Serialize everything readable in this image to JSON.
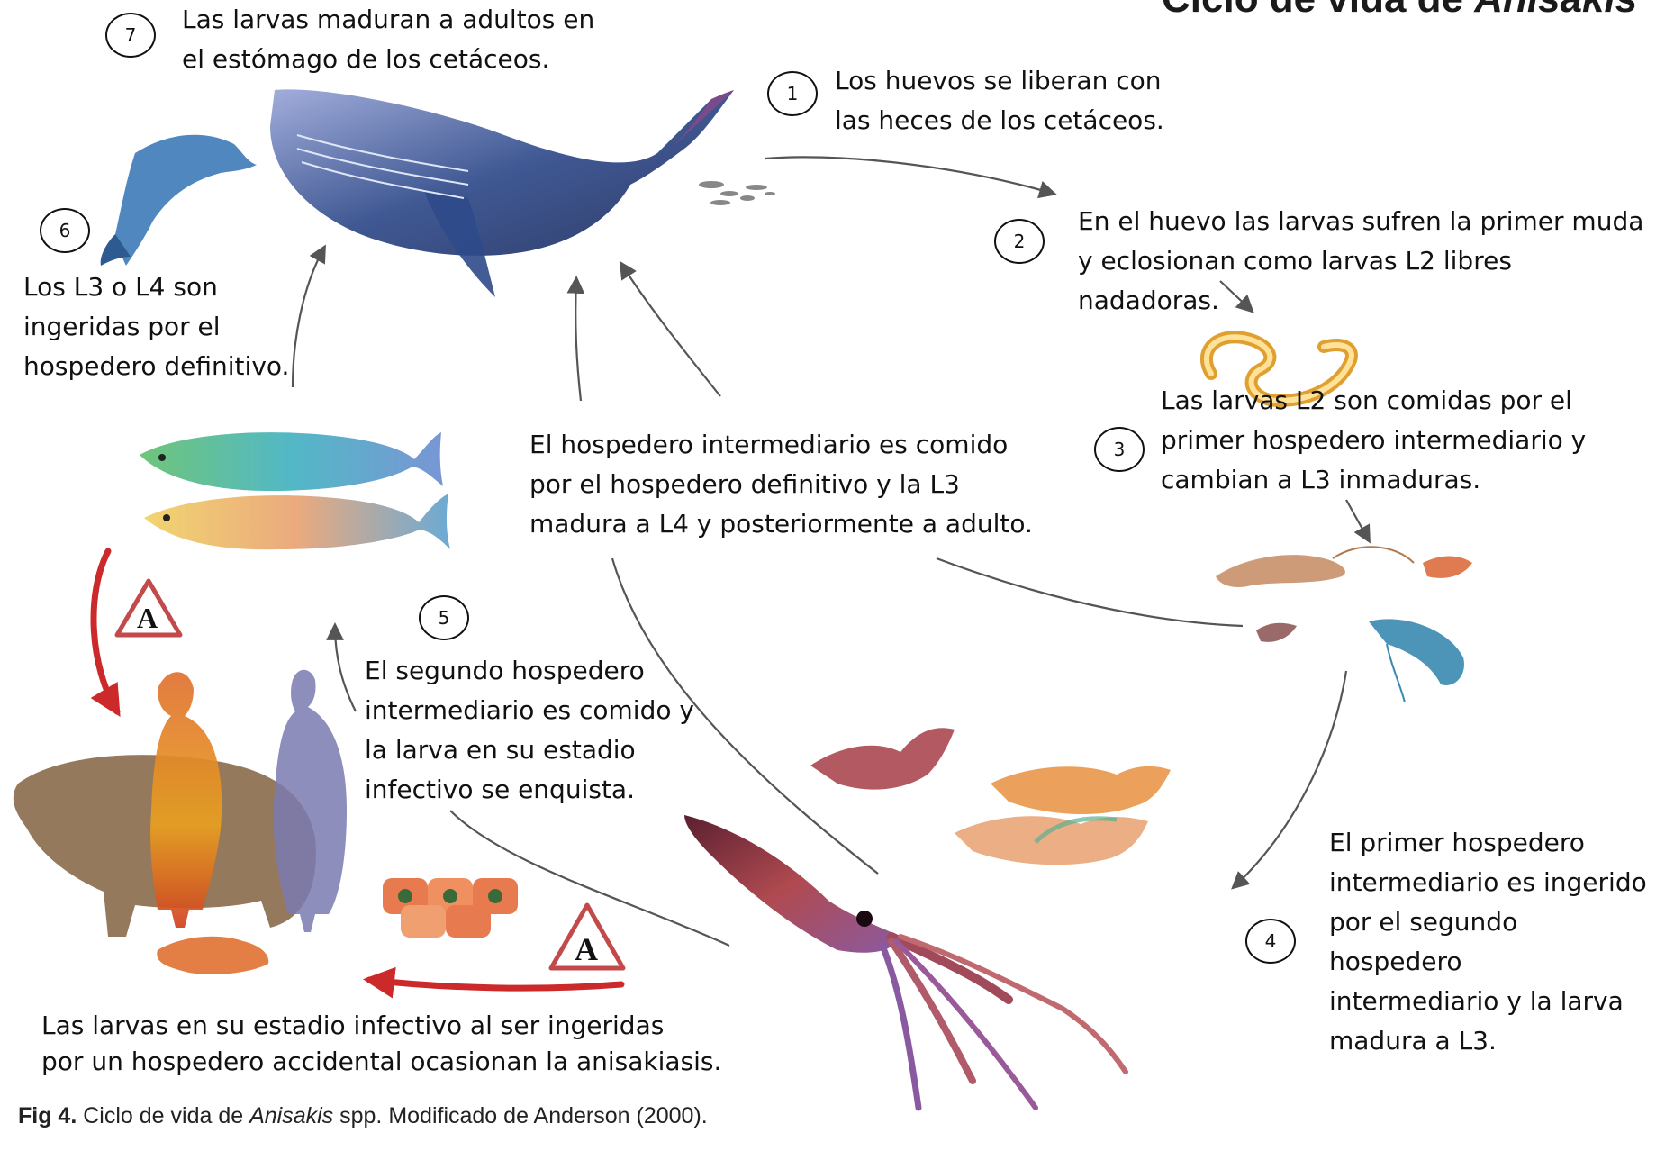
{
  "title": {
    "prefix": "Ciclo de vida de ",
    "genus": "Anisakis"
  },
  "steps": [
    {
      "n": "1",
      "text": "Los huevos se liberan con\nlas heces de los cetáceos."
    },
    {
      "n": "2",
      "text": "En el huevo las larvas sufren la primer muda\ny eclosionan como larvas L2 libres nadadoras."
    },
    {
      "n": "3",
      "text": "Las larvas L2 son comidas por el\nprimer hospedero intermediario y\ncambian a L3 inmaduras."
    },
    {
      "n": "4",
      "text": "El primer hospedero\nintermediario es ingerido\npor el segundo hospedero\nintermediario y la larva\nmadura a L3."
    },
    {
      "n": "5",
      "text": "El segundo hospedero\nintermediario es comido y\nla larva en su estadio\ninfectivo se enquista."
    },
    {
      "n": "6",
      "text": "Los L3 o L4 son\ningeridas por el\nhospedero definitivo."
    },
    {
      "n": "7",
      "text": "Las larvas maduran a adultos en\nel estómago de los cetáceos."
    }
  ],
  "center_text": "El hospedero intermediario es comido\npor el hospedero definitivo y la L3\nmadura a L4 y posteriormente a adulto.",
  "accidental_text": "Las larvas en su estadio infectivo al ser ingeridas\npor un hospedero accidental ocasionan la anisakiasis.",
  "warning_letter": "A",
  "caption": {
    "label": "Fig 4.",
    "pre": " Ciclo de vida de ",
    "genus": "Anisakis",
    "post": " spp.  Modificado de Anderson (2000)."
  },
  "colors": {
    "arrow": "#555555",
    "warning_red": "#cc2a2a",
    "whale": "#2f4a8a",
    "larva": "#f0b040"
  }
}
